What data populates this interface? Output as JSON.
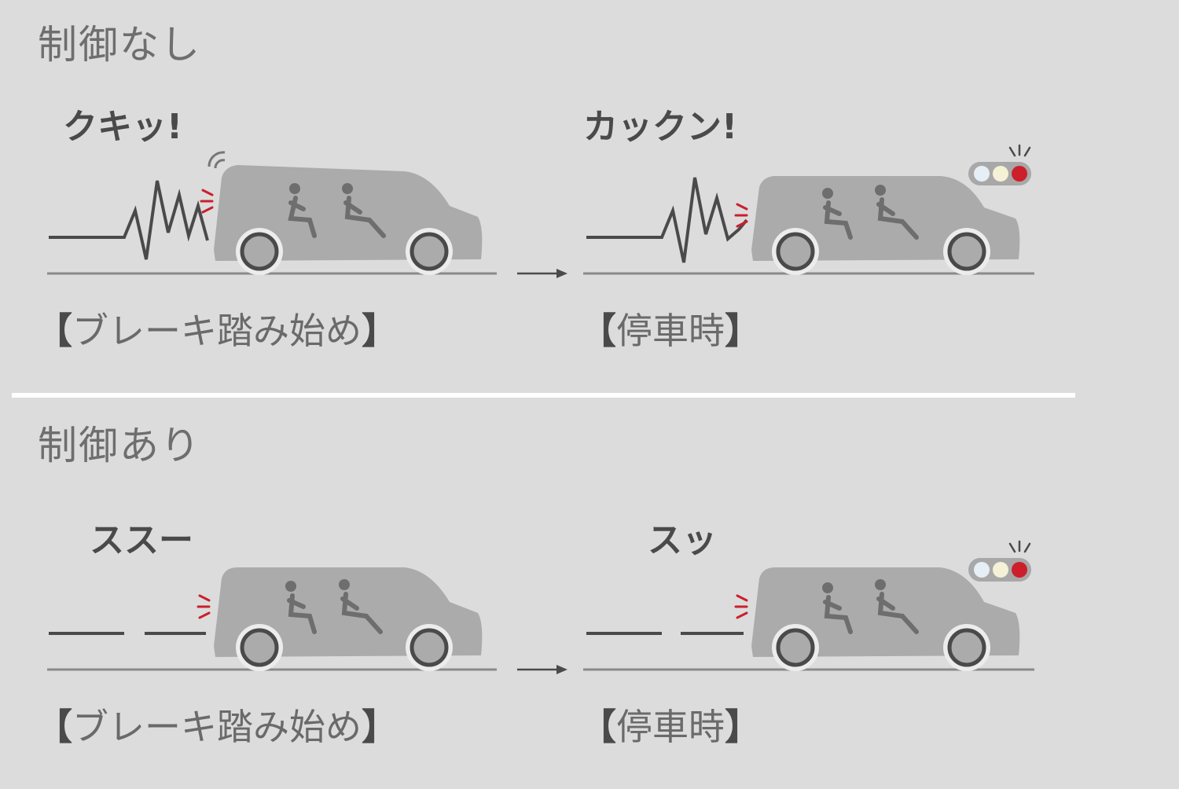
{
  "sections": [
    {
      "title": "制御なし",
      "start": {
        "sound": "クキッ!",
        "caption": "ブレーキ踏み始め"
      },
      "stop": {
        "sound": "カックン!",
        "caption": "停車時"
      }
    },
    {
      "title": "制御あり",
      "start": {
        "sound": "ススー",
        "caption": "ブレーキ踏み始め"
      },
      "stop": {
        "sound": "スッ",
        "caption": "停車時"
      }
    }
  ],
  "brackets": {
    "open": "【",
    "close": "】"
  },
  "colors": {
    "background": "#dcdcdc",
    "car": "#ababab",
    "road": "#8a8a8a",
    "brake_light": "#cc1f2b",
    "divider": "#ffffff"
  }
}
